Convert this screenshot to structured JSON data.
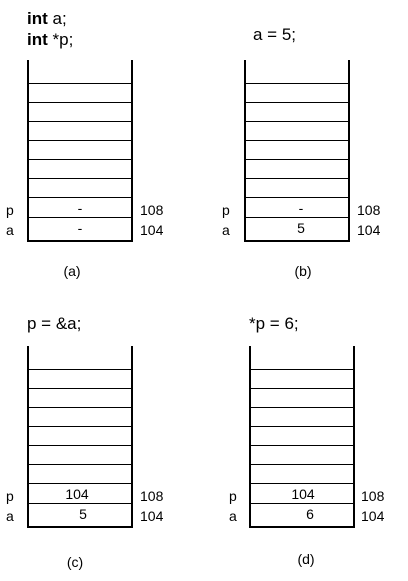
{
  "panels": {
    "a": {
      "code_line1_keyword": "int",
      "code_line1_rest": " a;",
      "code_line2_keyword": "int",
      "code_line2_rest": " *p;",
      "cell_p": "-",
      "cell_a": "-",
      "var_p": "p",
      "var_a": "a",
      "addr_p": "108",
      "addr_a": "104",
      "caption": "(a)"
    },
    "b": {
      "code": "a = 5;",
      "cell_p": "-",
      "cell_a": "5",
      "var_p": "p",
      "var_a": "a",
      "addr_p": "108",
      "addr_a": "104",
      "caption": "(b)"
    },
    "c": {
      "code": "p = &a;",
      "cell_p": "104",
      "cell_a": "5",
      "var_p": "p",
      "var_a": "a",
      "addr_p": "108",
      "addr_a": "104",
      "caption": "(c)"
    },
    "d": {
      "code": "*p = 6;",
      "cell_p": "104",
      "cell_a": "6",
      "var_p": "p",
      "var_a": "a",
      "addr_p": "108",
      "addr_a": "104",
      "caption": "(d)"
    }
  }
}
